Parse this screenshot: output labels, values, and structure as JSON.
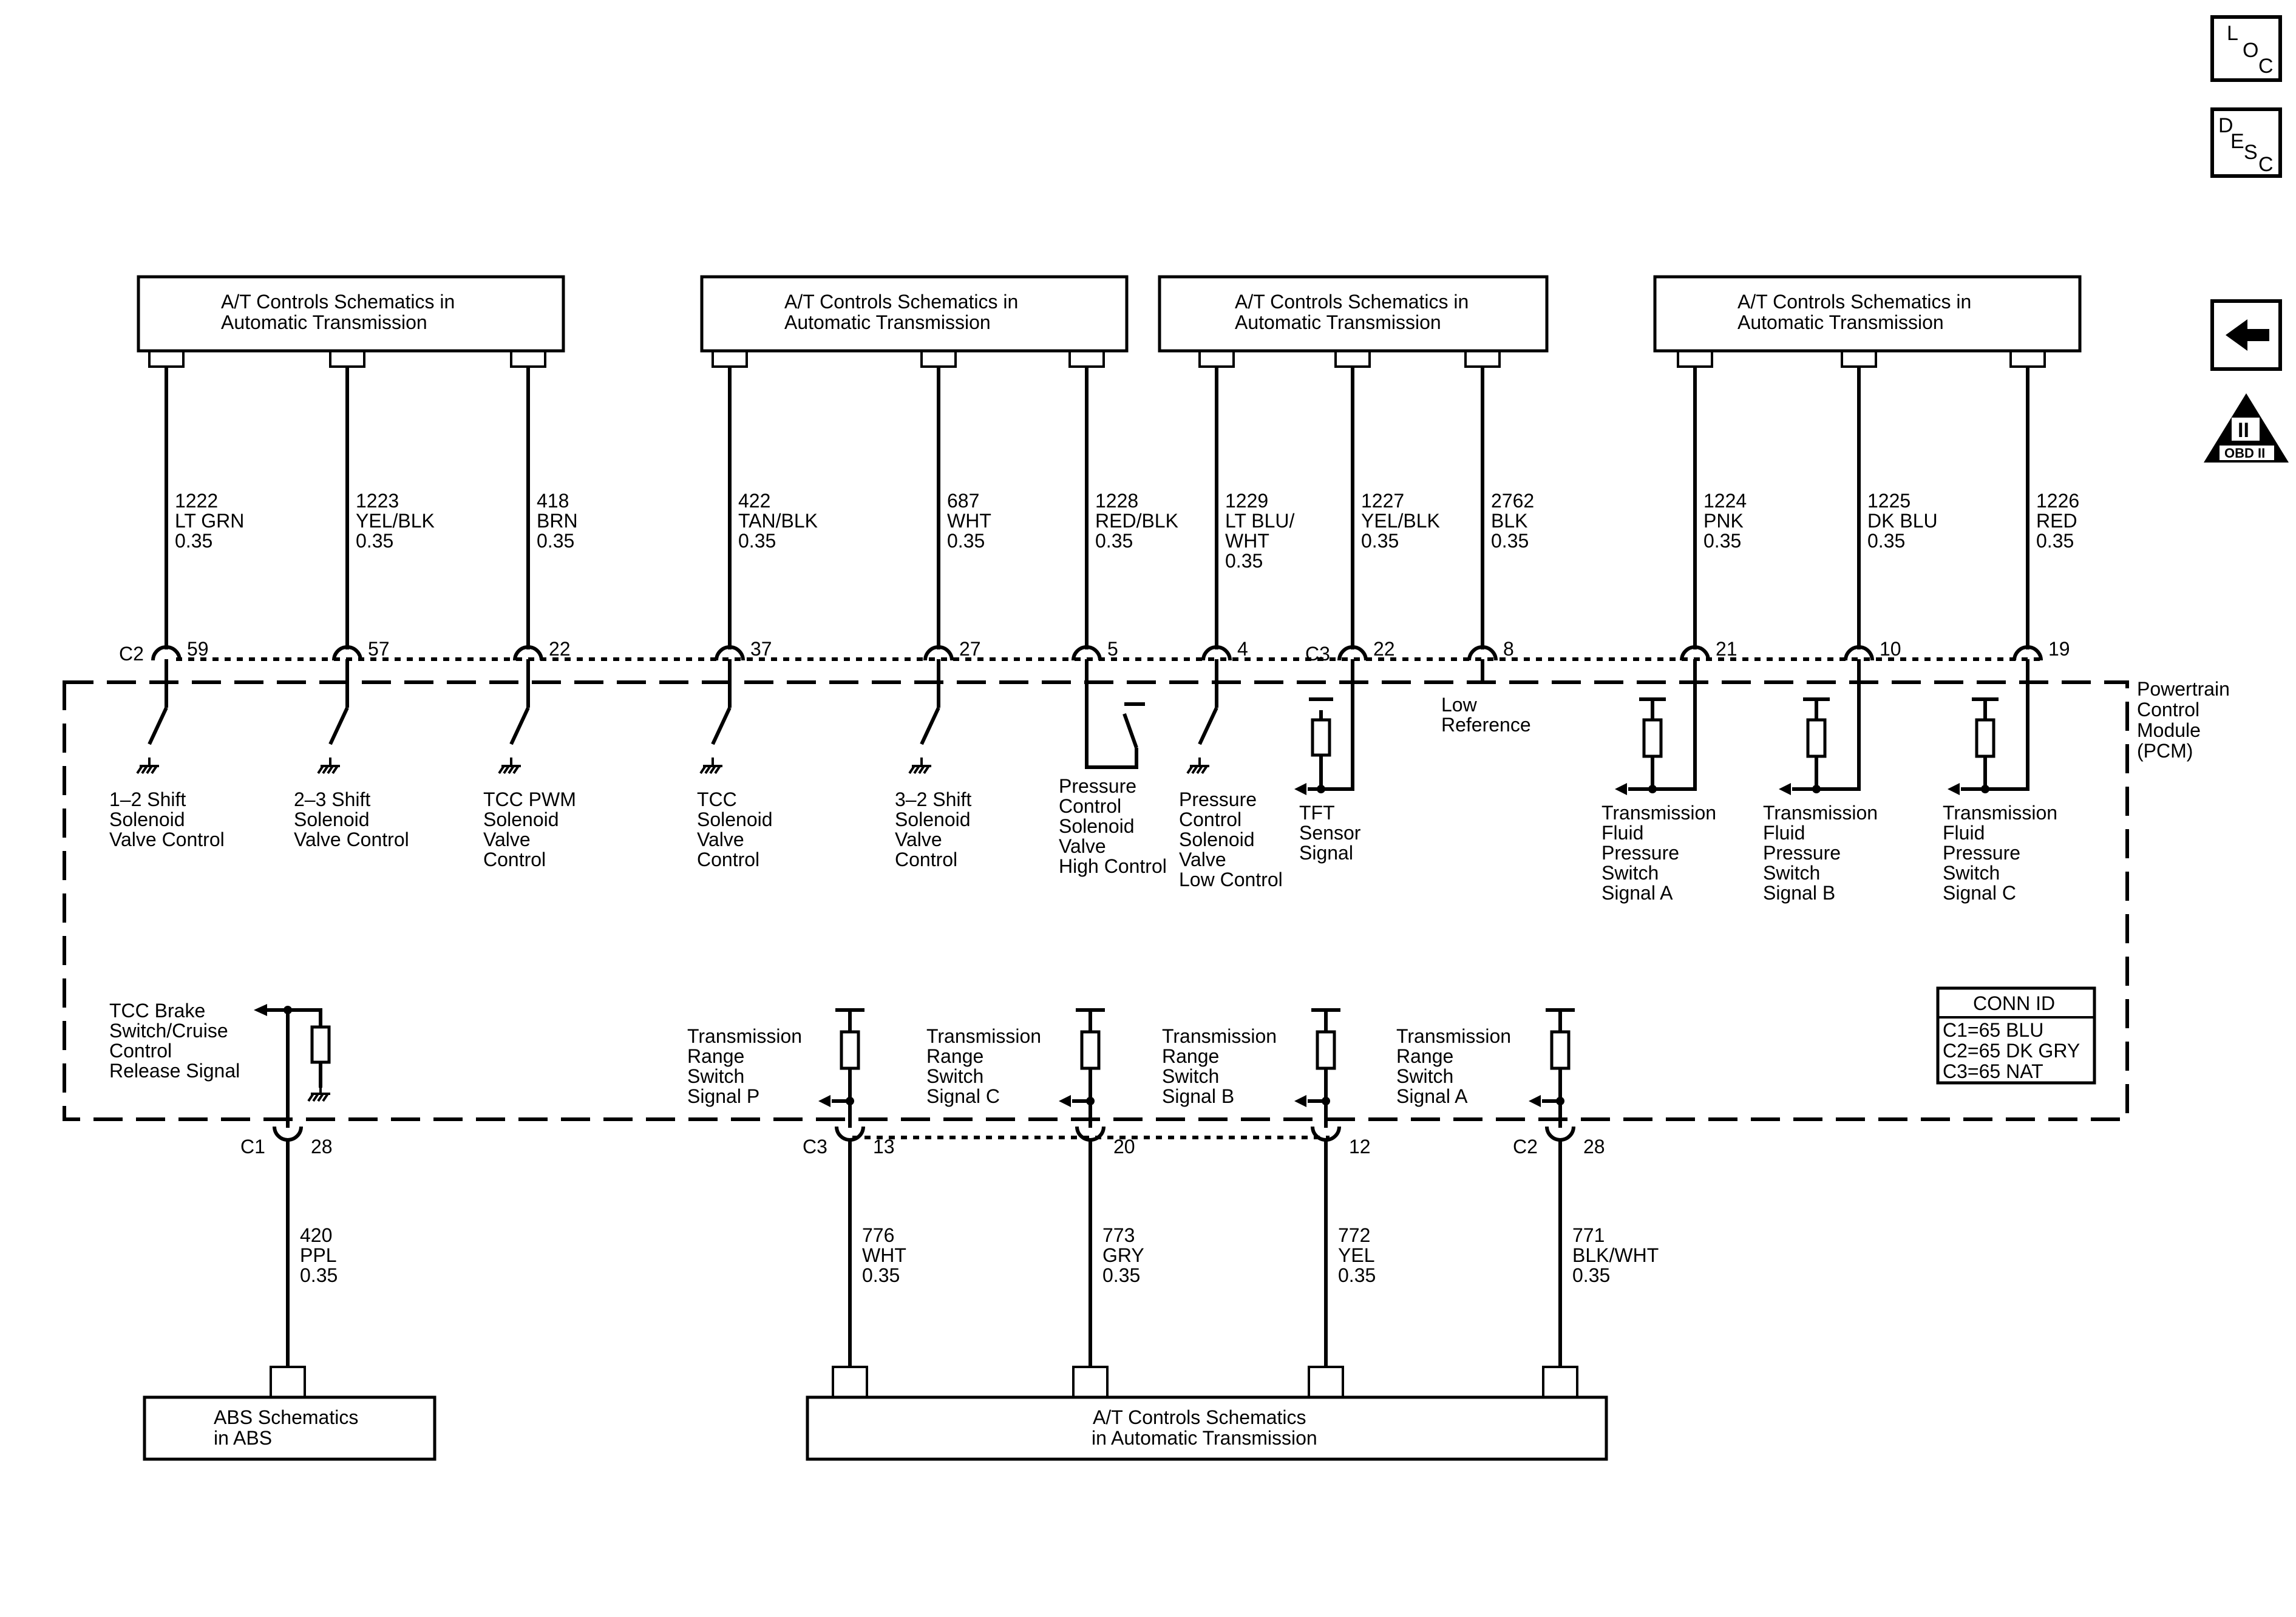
{
  "nav": {
    "loc": [
      "L",
      "O",
      "C"
    ],
    "desc": [
      "D",
      "E",
      "S",
      "C"
    ],
    "back_arrow": "back-arrow-icon",
    "obd": {
      "mark": "II",
      "caption": "OBD II"
    }
  },
  "top_boxes": [
    {
      "line1": "A/T Controls Schematics in",
      "line2": "Automatic Transmission"
    },
    {
      "line1": "A/T Controls Schematics in",
      "line2": "Automatic Transmission"
    },
    {
      "line1": "A/T Controls Schematics in",
      "line2": "Automatic Transmission"
    },
    {
      "line1": "A/T Controls Schematics in",
      "line2": "Automatic Transmission"
    }
  ],
  "top_wires": [
    {
      "lines": [
        "1222",
        "LT GRN",
        "0.35"
      ],
      "pin": "59",
      "conn": "C2"
    },
    {
      "lines": [
        "1223",
        "YEL/BLK",
        "0.35"
      ],
      "pin": "57"
    },
    {
      "lines": [
        "418",
        "BRN",
        "0.35"
      ],
      "pin": "22"
    },
    {
      "lines": [
        "422",
        "TAN/BLK",
        "0.35"
      ],
      "pin": "37"
    },
    {
      "lines": [
        "687",
        "WHT",
        "0.35"
      ],
      "pin": "27"
    },
    {
      "lines": [
        "1228",
        "RED/BLK",
        "0.35"
      ],
      "pin": "5"
    },
    {
      "lines": [
        "1229",
        "LT BLU/",
        "WHT",
        "0.35"
      ],
      "pin": "4"
    },
    {
      "lines": [
        "1227",
        "YEL/BLK",
        "0.35"
      ],
      "pin": "22",
      "conn": "C3"
    },
    {
      "lines": [
        "2762",
        "BLK",
        "0.35"
      ],
      "pin": "8"
    },
    {
      "lines": [
        "1224",
        "PNK",
        "0.35"
      ],
      "pin": "21"
    },
    {
      "lines": [
        "1225",
        "DK BLU",
        "0.35"
      ],
      "pin": "10"
    },
    {
      "lines": [
        "1226",
        "RED",
        "0.35"
      ],
      "pin": "19"
    }
  ],
  "pcm_labels": [
    [
      "1–2 Shift",
      "Solenoid",
      "Valve Control"
    ],
    [
      "2–3 Shift",
      "Solenoid",
      "Valve Control"
    ],
    [
      "TCC PWM",
      "Solenoid",
      "Valve",
      "Control"
    ],
    [
      "TCC",
      "Solenoid",
      "Valve",
      "Control"
    ],
    [
      "3–2 Shift",
      "Solenoid",
      "Valve",
      "Control"
    ],
    [
      "Pressure",
      "Control",
      "Solenoid",
      "Valve",
      "High Control"
    ],
    [
      "Pressure",
      "Control",
      "Solenoid",
      "Valve",
      "Low Control"
    ],
    [
      "TFT",
      "Sensor",
      "Signal"
    ],
    [
      "Low",
      "Reference"
    ],
    [
      "Transmission",
      "Fluid",
      "Pressure",
      "Switch",
      "Signal A"
    ],
    [
      "Transmission",
      "Fluid",
      "Pressure",
      "Switch",
      "Signal B"
    ],
    [
      "Transmission",
      "Fluid",
      "Pressure",
      "Switch",
      "Signal C"
    ]
  ],
  "pcm_name": [
    "Powertrain",
    "Control",
    "Module",
    "(PCM)"
  ],
  "lower_labels": [
    [
      "TCC Brake",
      "Switch/Cruise",
      "Control",
      "Release Signal"
    ],
    [
      "Transmission",
      "Range",
      "Switch",
      "Signal P"
    ],
    [
      "Transmission",
      "Range",
      "Switch",
      "Signal C"
    ],
    [
      "Transmission",
      "Range",
      "Switch",
      "Signal B"
    ],
    [
      "Transmission",
      "Range",
      "Switch",
      "Signal A"
    ]
  ],
  "conn_id": {
    "title": "CONN ID",
    "rows": [
      "C1=65 BLU",
      "C2=65 DK GRY",
      "C3=65 NAT"
    ]
  },
  "bottom_wires": [
    {
      "conn": "C1",
      "pin": "28",
      "lines": [
        "420",
        "PPL",
        "0.35"
      ]
    },
    {
      "conn": "C3",
      "pin": "13",
      "lines": [
        "776",
        "WHT",
        "0.35"
      ]
    },
    {
      "pin": "20",
      "lines": [
        "773",
        "GRY",
        "0.35"
      ]
    },
    {
      "pin": "12",
      "lines": [
        "772",
        "YEL",
        "0.35"
      ]
    },
    {
      "conn": "C2",
      "pin": "28",
      "lines": [
        "771",
        "BLK/WHT",
        "0.35"
      ]
    }
  ],
  "bottom_boxes": [
    {
      "line1": "ABS Schematics",
      "line2": "in ABS"
    },
    {
      "line1": "A/T Controls Schematics",
      "line2": "in Automatic Transmission"
    }
  ]
}
